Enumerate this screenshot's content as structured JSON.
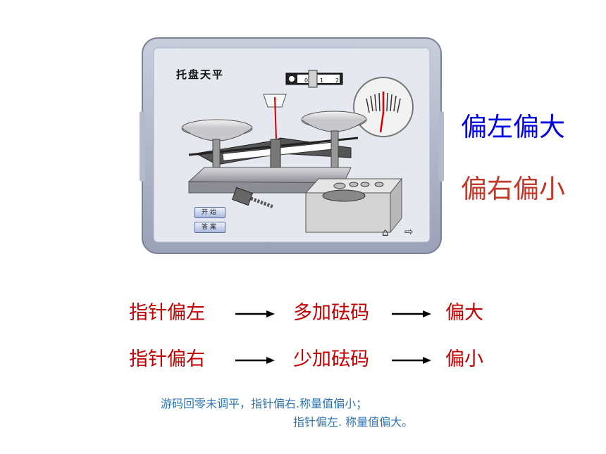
{
  "panel": {
    "title": "托盘天平",
    "rider_scale": [
      "0",
      "1",
      "2"
    ],
    "buttons": {
      "start": "开始",
      "answer": "答案"
    },
    "icons": {
      "home": "home-icon",
      "next": "arrow-right-icon"
    }
  },
  "side_labels": {
    "left_bigger": {
      "text": "偏左偏大",
      "color": "#0000e0"
    },
    "right_smaller": {
      "text": "偏右偏小",
      "color": "#c0392b"
    }
  },
  "rows": [
    {
      "condition": "指针偏左",
      "action": "多加砝码",
      "result": "偏大"
    },
    {
      "condition": "指针偏右",
      "action": "少加砝码",
      "result": "偏小"
    }
  ],
  "note": {
    "line1": "游码回零未调平，指针偏右.称量值偏小；",
    "line2": "指针偏左. 称量值偏大。"
  }
}
